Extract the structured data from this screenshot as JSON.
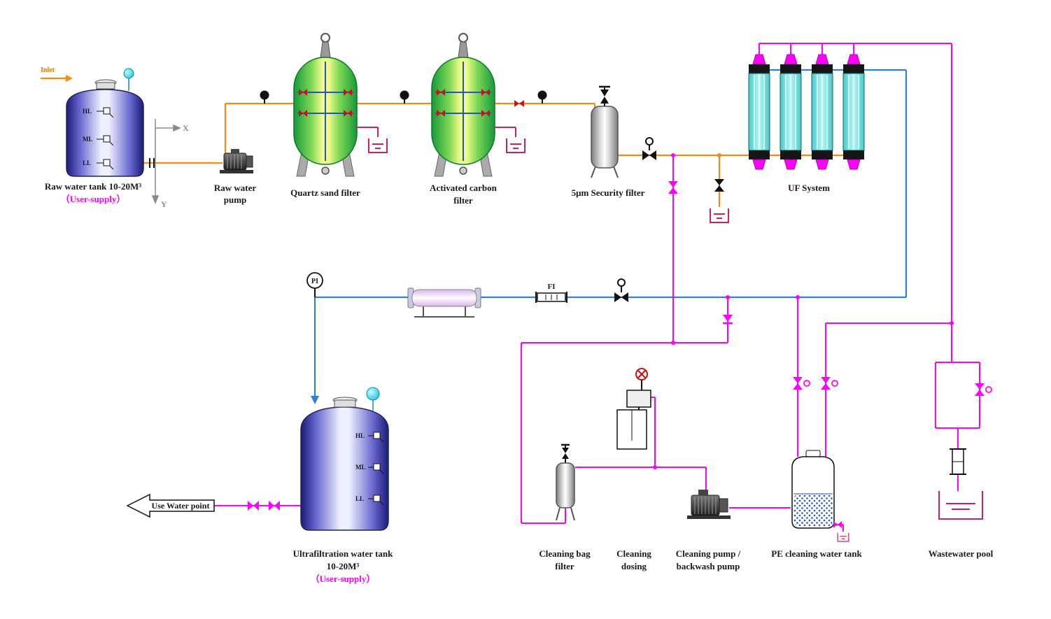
{
  "labels": {
    "inlet": "Inlet",
    "raw_tank_1": "Raw water tank 10-20M³",
    "raw_tank_2": "（User-supply）",
    "raw_pump_1": "Raw water",
    "raw_pump_2": "pump",
    "quartz": "Quartz sand filter",
    "carbon_1": "Activated carbon",
    "carbon_2": "filter",
    "security": "5μm Security filter",
    "uf_system": "UF System",
    "pi": "PI",
    "fi": "FI",
    "uf_tank_1": "Ultrafiltration water tank",
    "uf_tank_2": "10-20M³",
    "uf_tank_3": "（User-supply）",
    "use_water": "Use Water point",
    "bag_1": "Cleaning bag",
    "bag_2": "filter",
    "dosing_1": "Cleaning",
    "dosing_2": "dosing",
    "cpump_1": "Cleaning pump /",
    "cpump_2": "backwash pump",
    "pe_tank": "PE cleaning water tank",
    "wastewater": "Wastewater pool",
    "hl": "HL",
    "ml": "ML",
    "ll": "LL",
    "axis_x": "X",
    "axis_y": "Y"
  },
  "colors": {
    "raw_water_pipe": "#f08c1a",
    "permeate_pipe": "#2f7fd6",
    "cleaning_pipe": "#ff00ff",
    "drain_symbol": "#cc2255",
    "tank_blue": "#2a2a9a",
    "float_ball": "#2fd5e8",
    "vessel_green": "#1faa3c",
    "uf_module_cyan": "#7fe9e9"
  }
}
